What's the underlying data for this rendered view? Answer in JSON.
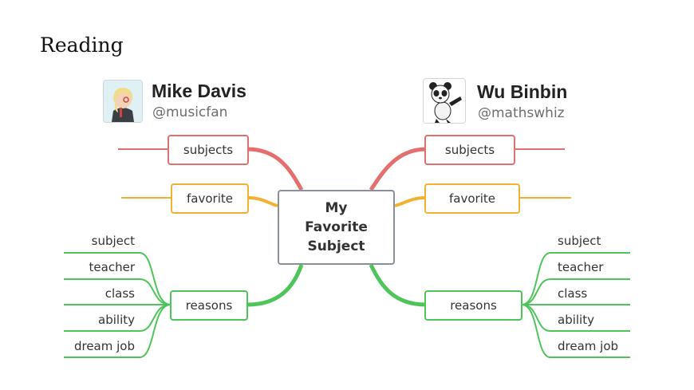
{
  "heading": "Reading",
  "center": {
    "line1": "My",
    "line2": "Favorite",
    "line3": "Subject"
  },
  "left_user": {
    "name": "Mike Davis",
    "handle": "@musicfan"
  },
  "right_user": {
    "name": "Wu Binbin",
    "handle": "@mathswhiz"
  },
  "branches": {
    "subjects": "subjects",
    "favorite": "favorite",
    "reasons": "reasons"
  },
  "reason_leaves": [
    "subject",
    "teacher",
    "class",
    "ability",
    "dream job"
  ],
  "colors": {
    "subjects": "#e46f6f",
    "favorite": "#f1b233",
    "reasons": "#4ec55a",
    "center_border": "#8a9099"
  }
}
